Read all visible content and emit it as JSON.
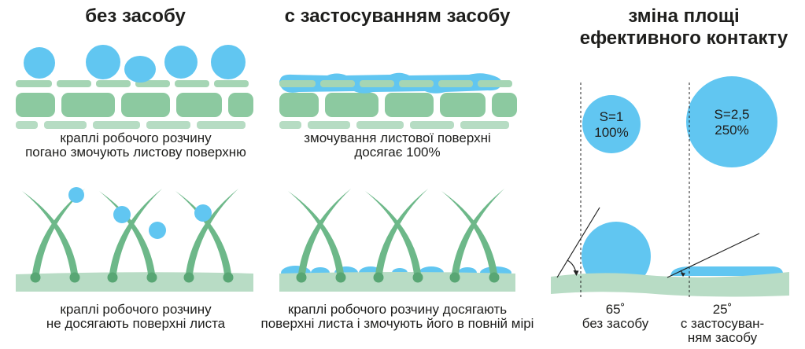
{
  "headers": {
    "without": "без засобу",
    "with": "с застосуванням засобу",
    "area": [
      "зміна площі",
      "ефективного контакту"
    ]
  },
  "captions": {
    "without_top": [
      "краплі робочого розчину",
      "погано змочують листову поверхню"
    ],
    "with_top": [
      "змочування листової поверхні",
      "досягає 100%"
    ],
    "without_bottom": [
      "краплі робочого розчину",
      "не досягають поверхні листа"
    ],
    "with_bottom": [
      "краплі робочого розчину досягають",
      "поверхні листа і змочують його в повній мірі"
    ]
  },
  "contact_area": {
    "without": {
      "label": "S=1",
      "percent": "100%"
    },
    "with": {
      "label": "S=2,5",
      "percent": "250%"
    }
  },
  "contact_angle": {
    "without": {
      "angle": "65˚",
      "label": [
        "без засобу"
      ]
    },
    "with": {
      "angle": "25˚",
      "label": [
        "с застосуван-",
        "ням засобу"
      ]
    }
  },
  "colors": {
    "drop": "#61c6f1",
    "cell": "#8cc9a0",
    "cell_thin": "#a5d5b4",
    "cell_light": "#b6dcc3",
    "hair": "#6db889",
    "hair_base": "#58a674",
    "surface": "#b8dcc5",
    "text": "#1e1e1c",
    "line": "#222222"
  }
}
